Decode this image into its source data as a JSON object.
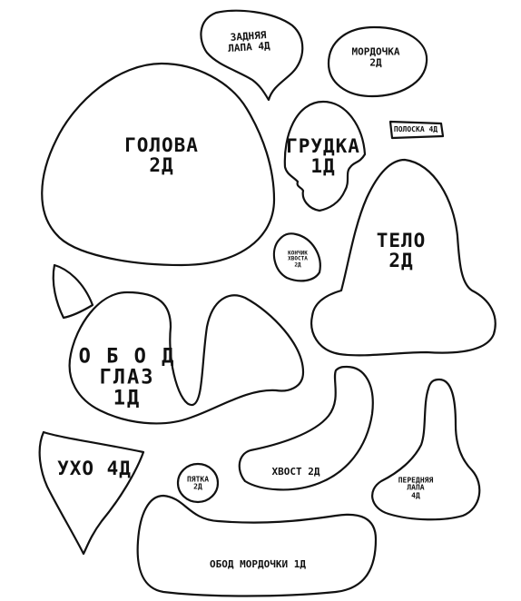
{
  "sheet": {
    "pieces": [
      {
        "id": "zadnyaya-lapa",
        "lines": [
          "ЗАДНЯЯ",
          "ЛАПА 4Д"
        ]
      },
      {
        "id": "mordochka",
        "lines": [
          "МОРДОЧКА",
          "2Д"
        ]
      },
      {
        "id": "golova",
        "lines": [
          "ГОЛОВА",
          "2Д"
        ]
      },
      {
        "id": "grudka",
        "lines": [
          "ГРУДКА",
          "1Д"
        ]
      },
      {
        "id": "poloska",
        "lines": [
          "ПОЛОСКА 4Д"
        ]
      },
      {
        "id": "konchik-hvosta",
        "lines": [
          "КОНЧИК",
          "ХВОСТА",
          "2Д"
        ]
      },
      {
        "id": "telo",
        "lines": [
          "ТЕЛО",
          "2Д"
        ]
      },
      {
        "id": "obod-glaz",
        "lines": [
          "О Б О Д",
          "ГЛАЗ",
          "1Д"
        ]
      },
      {
        "id": "uho",
        "lines": [
          "УХО 4Д"
        ]
      },
      {
        "id": "pyatka",
        "lines": [
          "ПЯТКА",
          "2Д"
        ]
      },
      {
        "id": "hvost",
        "lines": [
          "ХВОСТ 2Д"
        ]
      },
      {
        "id": "perednyaya-lapa",
        "lines": [
          "ПЕРЕДНЯЯ",
          "ЛАПА",
          "4Д"
        ]
      },
      {
        "id": "obod-mordochki",
        "lines": [
          "ОБОД МОРДОЧКИ 1Д"
        ]
      }
    ]
  },
  "colors": {
    "outline": "#111111",
    "paper": "#ffffff"
  }
}
